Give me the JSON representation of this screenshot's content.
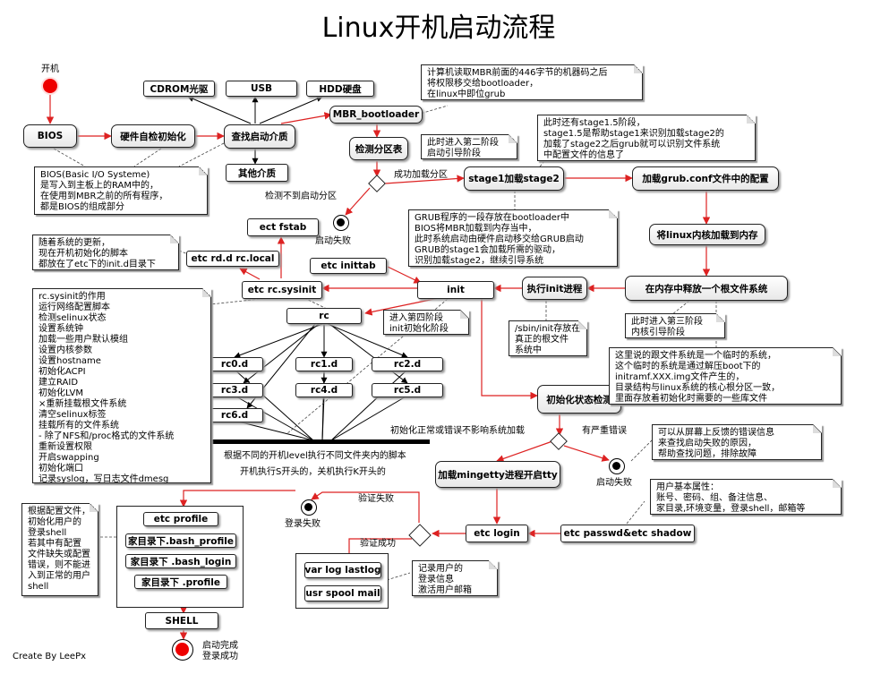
{
  "title": "Linux开机启动流程",
  "credit": "Create By LeePx",
  "start_label": "开机",
  "nodes": {
    "bios": "BIOS",
    "selftest": "硬件自检初始化",
    "find_media": "查找启动介质",
    "cdrom": "CDROM光驱",
    "usb": "USB",
    "hdd": "HDD硬盘",
    "other_media": "其他介质",
    "mbr": "MBR_bootloader",
    "detect_part": "检测分区表",
    "stage1": "stage1加载stage2",
    "grub_conf": "加载grub.conf文件中的配置",
    "load_kernel": "将linux内核加载到内存",
    "release_fs": "在内存中释放一个根文件系统",
    "exec_init": "执行init进程",
    "init": "init",
    "inittab": "etc inittab",
    "rc_sysinit": "etc rc.sysinit",
    "fstab": "ect fstab",
    "rcd_local": "etc rd.d rc.local",
    "rc": "rc",
    "rc0": "rc0.d",
    "rc1": "rc1.d",
    "rc2": "rc2.d",
    "rc3": "rc3.d",
    "rc4": "rc4.d",
    "rc5": "rc5.d",
    "rc6": "rc6.d",
    "init_check": "初始化状态检测",
    "mingetty": "加载mingetty进程开启tty",
    "etc_login": "etc login",
    "passwd": "etc passwd&etc shadow",
    "lastlog": "var log lastlog",
    "spool": "usr spool mail",
    "profile": "etc profile",
    "bash_profile": "家目录下.bash_profile",
    "bash_login": "家目录下 .bash_login",
    "home_profile": "家目录下 .profile",
    "shell": "SHELL"
  },
  "notes": {
    "mbr_note": "计算机读取MBR前面的446字节的机器码之后\n将权限移交给bootloader，\n在linux中即位grub",
    "bios_note": "BIOS(Basic I/O Systeme)\n是写入到主板上的RAM中的，\n在使用到MBR之前的所有程序，\n都是BIOS的组成部分",
    "stage2_note": "此时进入第二阶段\n启动引导阶段",
    "stage15_note": "此时还有stage1.5阶段，\nstage1.5是帮助stage1来识别加载stage2的\n加载了stage2之后grub就可以识别文件系统\n中配置文件的信息了",
    "grub_note": "GRUB程序的一段存放在bootloader中\nBIOS将MBR加载到内存当中，\n此时系统启动由硬件启动移交给GRUB启动\nGRUB的stage1会加载所需的驱动，\n识别加载stage2，继续引导系统",
    "rclocal_note": "随着系统的更新，\n现在开机初始化的脚本\n都放在了etc下的init.d目录下",
    "sysinit_note": "rc.sysinit的作用\n运行网络配置脚本\n检测selinux状态\n设置系统钟\n加载一些用户默认模组\n设置内核参数\n设置hostname\n初始化ACPI\n建立RAID\n初始化LVM\n×重新挂载根文件系统\n清空selinux标签\n挂载所有的文件系统\n- 除了NFS和/proc格式的文件系统\n重新设置权限\n开启swapping\n初始化端口\n记录syslog，写日志文件dmesg",
    "sbin_note": "/sbin/init存放在\n真正的根文件\n系统中",
    "stage3_note": "此时进入第三阶段\n内核引导阶段",
    "rootfs_note": "这里说的跟文件系统是一个临时的系统，\n这个临时的系统是通过解压boot下的\ninitramf.XXX.img文件产生的，\n目录结构与linux系统的核心根分区一致，\n里面存放着初始化时需要的一些库文件",
    "error_note": "可以从屏幕上反馈的错误信息\n来查找启动失败的原因，\n帮助查找问题，排除故障",
    "user_note": "用户基本属性：\n账号、密码、组、备注信息、\n家目录,环境变量，登录shell，邮箱等",
    "login_note": "记录用户的\n登录信息\n激活用户邮箱",
    "profile_note": "根据配置文件，\n初始化用户的\n登录shell\n若其中有配置\n文件缺失或配置\n错误，则不能进\n入到正常的用户\nshell"
  },
  "labels": {
    "found_part": "成功加载分区",
    "no_part": "检测不到启动分区",
    "boot_fail_1": "启动失败",
    "stage4": "进入第四阶段\ninit初始化阶段",
    "level_script": "根据不同的开机level执行不同文件夹内的脚本",
    "s_k": "开机执行S开头的，关机执行K开头的",
    "init_ok": "初始化正常或错误不影响系统加载",
    "serious_err": "有严重错误",
    "boot_fail_2": "启动失败",
    "verify_fail": "验证失败",
    "login_fail": "登录失败",
    "verify_ok": "验证成功",
    "boot_done": "启动完成\n登录成功"
  }
}
